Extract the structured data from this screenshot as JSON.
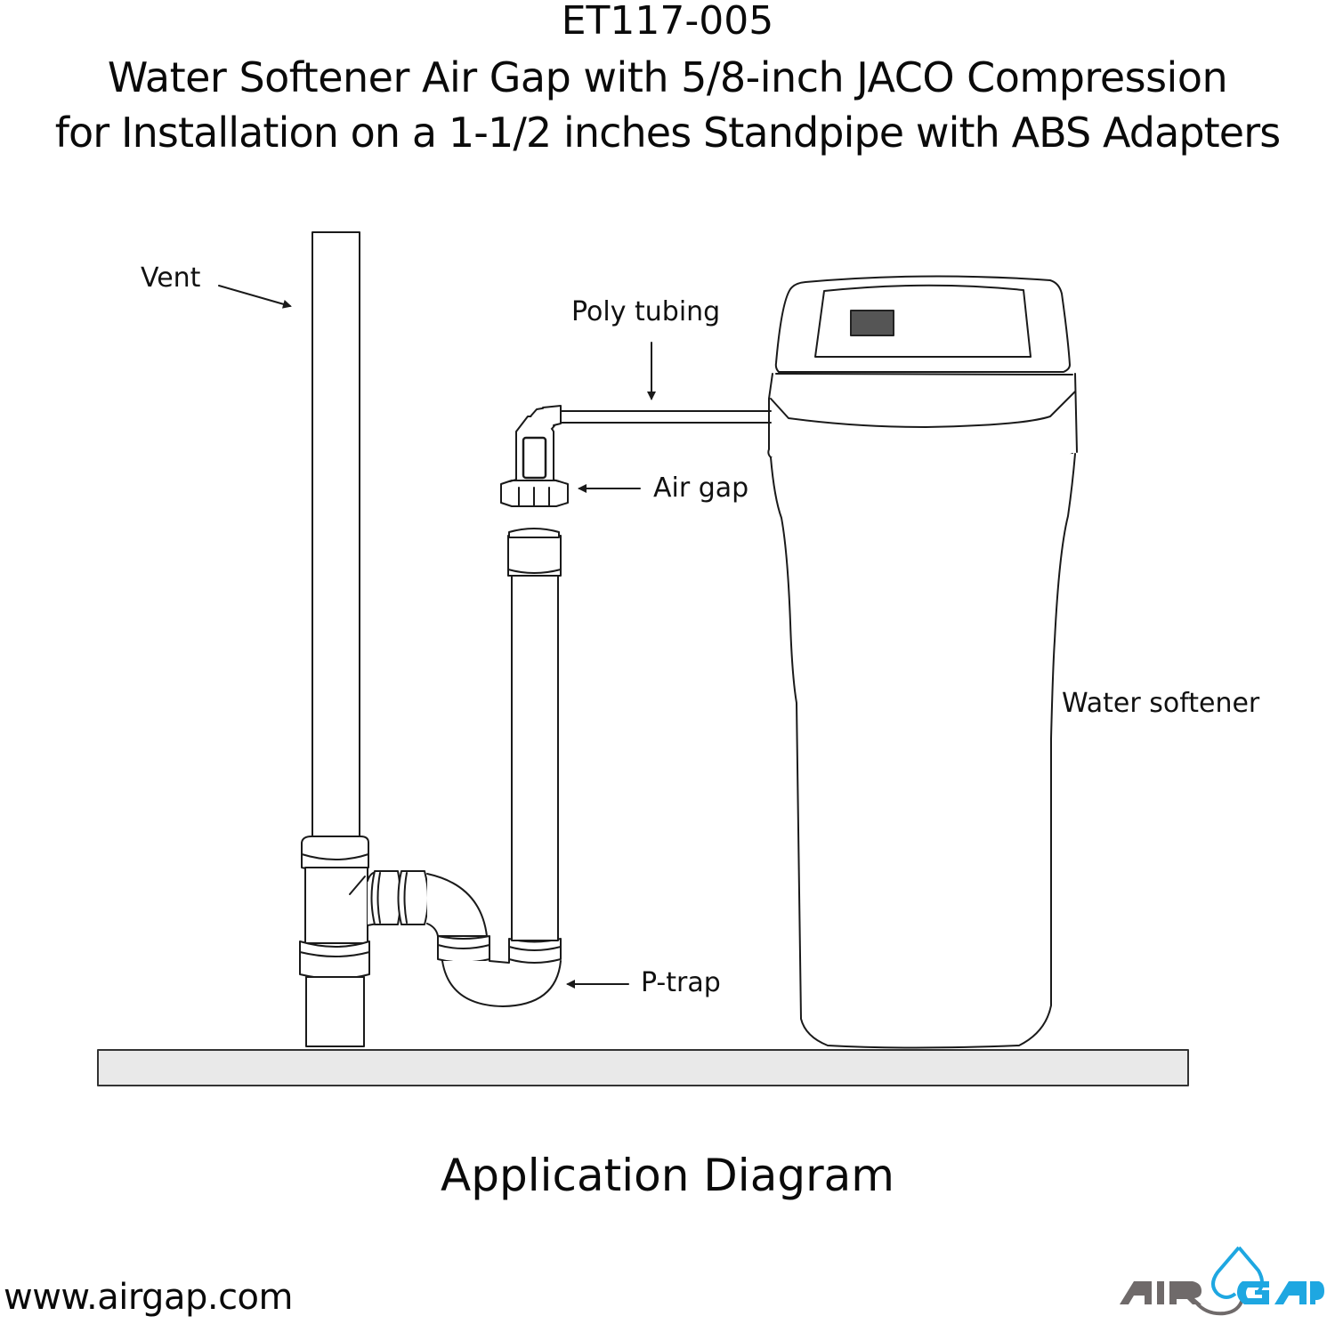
{
  "header": {
    "model": "ET117-005",
    "title_line1": "Water Softener Air Gap with 5/8-inch JACO Compression",
    "title_line2": "for Installation on a 1-1/2 inches Standpipe with ABS Adapters"
  },
  "diagram": {
    "labels": {
      "vent": "Vent",
      "poly_tubing": "Poly tubing",
      "air_gap": "Air gap",
      "water_softener": "Water softener",
      "p_trap": "P-trap"
    },
    "colors": {
      "line": "#1a1a1a",
      "floor_fill": "#e9e9e9",
      "display_fill": "#555555"
    }
  },
  "caption": "Application Diagram",
  "footer": {
    "website": "www.airgap.com",
    "logo": {
      "text_left": "AIR",
      "text_right": "GAP",
      "color_left": "#6f6a6a",
      "color_right": "#1ea7e1",
      "icon": "water-drop-icon"
    }
  }
}
